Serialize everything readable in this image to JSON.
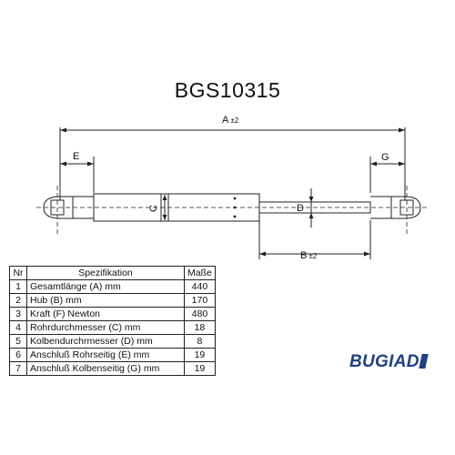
{
  "part_number": "BGS10315",
  "brand": "BUGIAD",
  "dimension_labels": {
    "overall": "A",
    "overall_tolerance": "±2",
    "stroke": "B",
    "stroke_tolerance": "±2",
    "tube_diameter": "C",
    "rod_diameter": "D",
    "tube_end": "E",
    "rod_end": "G"
  },
  "table": {
    "headers": {
      "nr": "Nr",
      "spec": "Spezifikation",
      "value": "Maße"
    },
    "rows": [
      {
        "nr": "1",
        "spec": "Gesamtlänge (A) mm",
        "value": "440"
      },
      {
        "nr": "2",
        "spec": "Hub (B)  mm",
        "value": "170"
      },
      {
        "nr": "3",
        "spec": "Kraft (F) Newton",
        "value": "480"
      },
      {
        "nr": "4",
        "spec": "Rohrdurchmesser (C) mm",
        "value": "18"
      },
      {
        "nr": "5",
        "spec": "Kolbendurchrmesser (D) mm",
        "value": "8"
      },
      {
        "nr": "6",
        "spec": "Anschluß Rohrseitig (E) mm",
        "value": "19"
      },
      {
        "nr": "7",
        "spec": "Anschluß Kolbenseitig (G) mm",
        "value": "19"
      }
    ]
  }
}
